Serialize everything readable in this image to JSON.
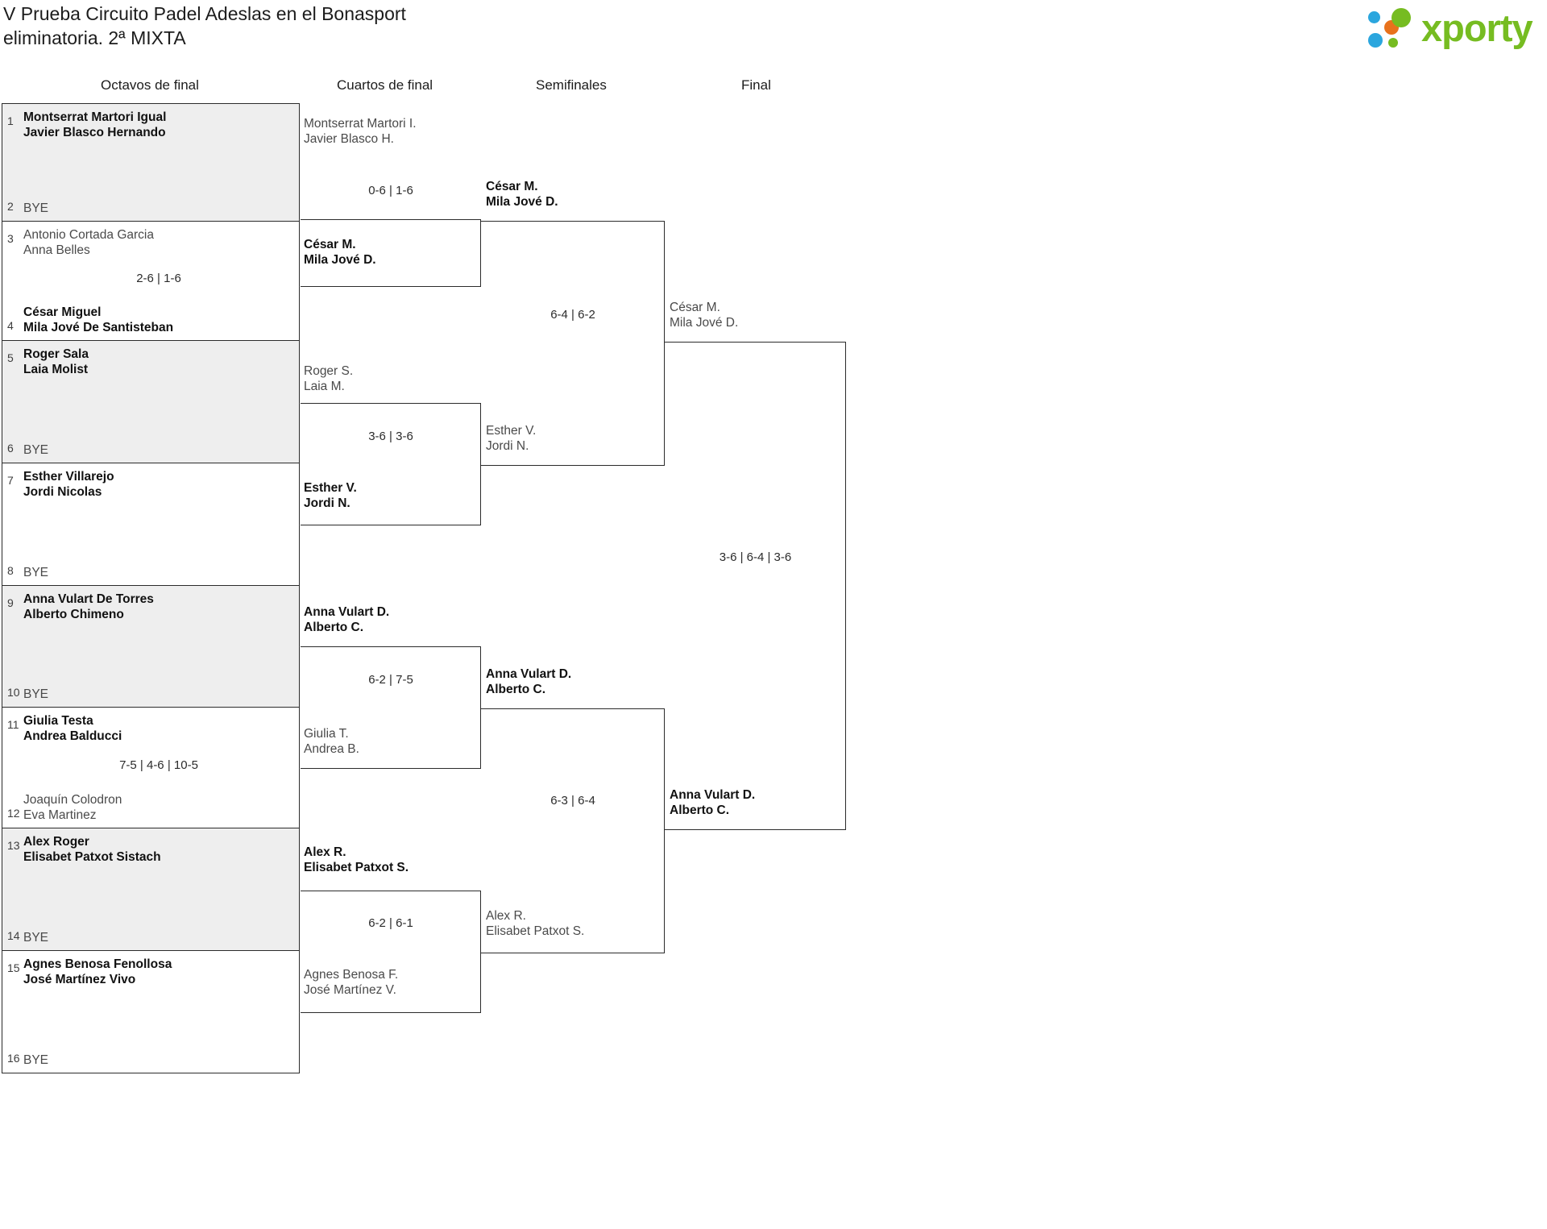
{
  "header": {
    "title": "V Prueba Circuito Padel Adeslas en el Bonasport\neliminatoria. 2ª MIXTA",
    "logo_text": "xporty",
    "logo_colors": {
      "green": "#76bc21",
      "orange": "#e8721c",
      "blue": "#2ba6de"
    }
  },
  "rounds": [
    {
      "label": "Octavos de final"
    },
    {
      "label": "Cuartos de final"
    },
    {
      "label": "Semifinales"
    },
    {
      "label": "Final"
    }
  ],
  "bye_label": "BYE",
  "round1": {
    "matches": [
      {
        "top": {
          "seed": "1",
          "names": "Montserrat Martori Igual\nJavier Blasco Hernando",
          "status": "winner",
          "bye": false
        },
        "bottom": {
          "seed": "2",
          "names": "BYE",
          "status": "bye",
          "bye": true
        },
        "score": "",
        "shaded": true
      },
      {
        "top": {
          "seed": "3",
          "names": "Antonio Cortada Garcia\nAnna Belles",
          "status": "loser",
          "bye": false
        },
        "bottom": {
          "seed": "4",
          "names": "César Miguel\nMila Jové De Santisteban",
          "status": "winner",
          "bye": false
        },
        "score": "2-6 | 1-6",
        "shaded": false
      },
      {
        "top": {
          "seed": "5",
          "names": "Roger Sala\nLaia Molist",
          "status": "winner",
          "bye": false
        },
        "bottom": {
          "seed": "6",
          "names": "BYE",
          "status": "bye",
          "bye": true
        },
        "score": "",
        "shaded": true
      },
      {
        "top": {
          "seed": "7",
          "names": "Esther Villarejo\nJordi Nicolas",
          "status": "winner",
          "bye": false
        },
        "bottom": {
          "seed": "8",
          "names": "BYE",
          "status": "bye",
          "bye": true
        },
        "score": "",
        "shaded": false
      },
      {
        "top": {
          "seed": "9",
          "names": "Anna Vulart De Torres\nAlberto Chimeno",
          "status": "winner",
          "bye": false
        },
        "bottom": {
          "seed": "10",
          "names": "BYE",
          "status": "bye",
          "bye": true
        },
        "score": "",
        "shaded": true
      },
      {
        "top": {
          "seed": "11",
          "names": "Giulia Testa\nAndrea Balducci",
          "status": "winner",
          "bye": false
        },
        "bottom": {
          "seed": "12",
          "names": "Joaquín Colodron\nEva Martinez",
          "status": "loser",
          "bye": false
        },
        "score": "7-5 | 4-6 | 10-5",
        "shaded": false
      },
      {
        "top": {
          "seed": "13",
          "names": "Alex Roger\nElisabet Patxot Sistach",
          "status": "winner",
          "bye": false
        },
        "bottom": {
          "seed": "14",
          "names": "BYE",
          "status": "bye",
          "bye": true
        },
        "score": "",
        "shaded": true
      },
      {
        "top": {
          "seed": "15",
          "names": "Agnes Benosa Fenollosa\nJosé Martínez Vivo",
          "status": "winner",
          "bye": false
        },
        "bottom": {
          "seed": "16",
          "names": "BYE",
          "status": "bye",
          "bye": true
        },
        "score": "",
        "shaded": false
      }
    ]
  },
  "quarterfinals": [
    {
      "top": {
        "names": "Montserrat Martori I.\nJavier Blasco H.",
        "status": "loser"
      },
      "bottom": {
        "names": "César M.\nMila Jové D.",
        "status": "winner"
      },
      "score": "0-6 | 1-6"
    },
    {
      "top": {
        "names": "Roger S.\nLaia M.",
        "status": "loser"
      },
      "bottom": {
        "names": "Esther V.\nJordi N.",
        "status": "winner"
      },
      "score": "3-6 | 3-6"
    },
    {
      "top": {
        "names": "Anna Vulart D.\nAlberto C.",
        "status": "winner"
      },
      "bottom": {
        "names": "Giulia T.\nAndrea B.",
        "status": "loser"
      },
      "score": "6-2 | 7-5"
    },
    {
      "top": {
        "names": "Alex R.\nElisabet Patxot S.",
        "status": "winner"
      },
      "bottom": {
        "names": "Agnes Benosa F.\nJosé Martínez V.",
        "status": "loser"
      },
      "score": "6-2 | 6-1"
    }
  ],
  "semifinals": [
    {
      "top": {
        "names": "César M.\nMila Jové D.",
        "status": "winner"
      },
      "bottom": {
        "names": "Esther V.\nJordi N.",
        "status": "loser"
      },
      "score": "6-4 | 6-2"
    },
    {
      "top": {
        "names": "Anna Vulart D.\nAlberto C.",
        "status": "winner"
      },
      "bottom": {
        "names": "Alex R.\nElisabet Patxot S.",
        "status": "loser"
      },
      "score": "6-3 | 6-4"
    }
  ],
  "final": {
    "top": {
      "names": "César M.\nMila Jové D.",
      "status": "loser"
    },
    "bottom": {
      "names": "Anna Vulart D.\nAlberto C.",
      "status": "winner"
    },
    "score": "3-6 | 6-4 | 3-6"
  }
}
